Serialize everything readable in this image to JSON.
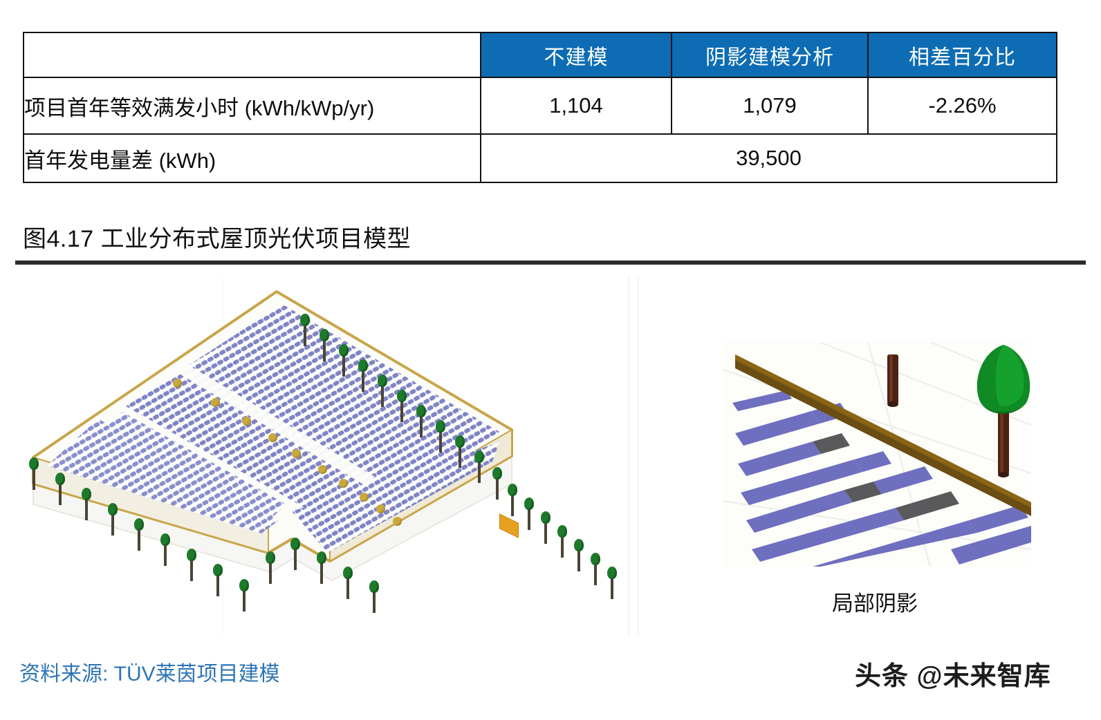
{
  "table": {
    "columns": [
      "",
      "不建模",
      "阴影建模分析",
      "相差百分比"
    ],
    "rows": [
      {
        "label": "项目首年等效满发小时 (kWh/kWp/yr)",
        "cells": [
          "1,104",
          "1,079",
          "-2.26%"
        ]
      },
      {
        "label": "首年发电量差 (kWh)",
        "merged_value": "39,500"
      }
    ],
    "header_bg": "#0d6cb4",
    "header_fg": "#ffffff"
  },
  "caption": {
    "text": "图4.17 工业分布式屋顶光伏项目模型"
  },
  "figure": {
    "main_alt": "工业分布式屋顶光伏项目三维模型",
    "inset_label": "局部阴影",
    "colors": {
      "panel": "#7b7fc4",
      "shadow": "#5a5a5c",
      "roof_edge": "#c9a54a",
      "tree": "#1e7a2b",
      "beam": "#6b4d11",
      "marker": "#e8a020"
    }
  },
  "footer": {
    "source": "资料来源: TÜV莱茵项目建模",
    "watermark": "头条 @未来智库",
    "source_color": "#2e75b6"
  }
}
